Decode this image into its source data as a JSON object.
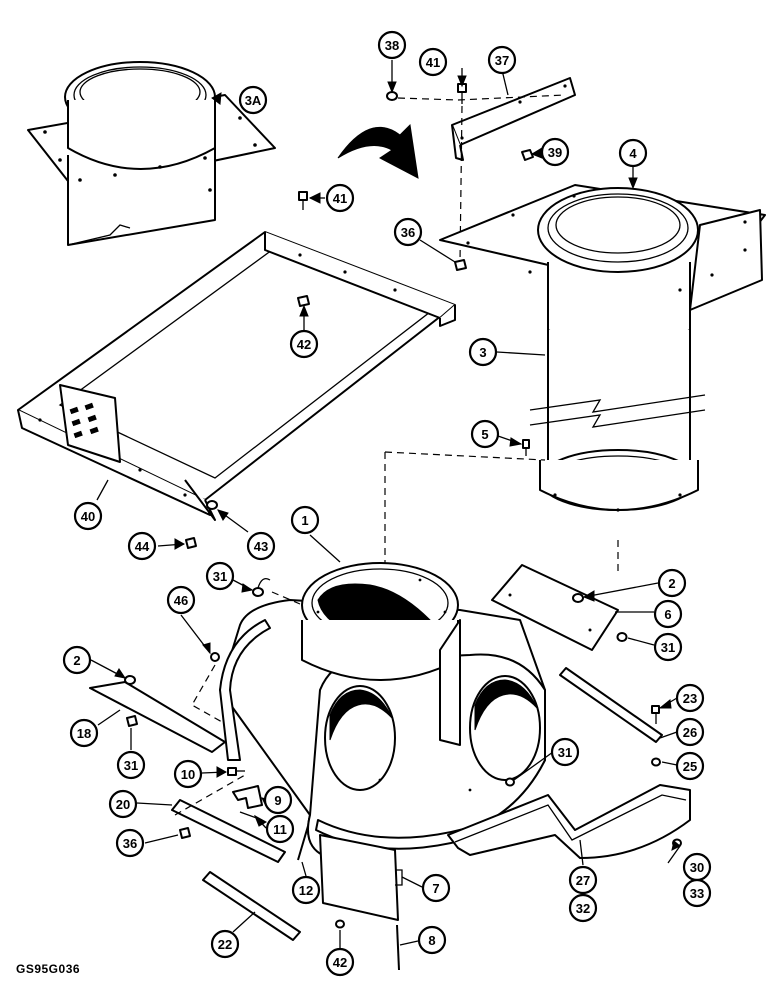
{
  "figure": {
    "drawing_code": "GS95G036",
    "callouts": [
      {
        "id": "c-3a",
        "label": "3A"
      },
      {
        "id": "c-38",
        "label": "38"
      },
      {
        "id": "c-41a",
        "label": "41"
      },
      {
        "id": "c-37",
        "label": "37"
      },
      {
        "id": "c-39",
        "label": "39"
      },
      {
        "id": "c-4",
        "label": "4"
      },
      {
        "id": "c-41b",
        "label": "41"
      },
      {
        "id": "c-36a",
        "label": "36"
      },
      {
        "id": "c-42a",
        "label": "42"
      },
      {
        "id": "c-3",
        "label": "3"
      },
      {
        "id": "c-5",
        "label": "5"
      },
      {
        "id": "c-40",
        "label": "40"
      },
      {
        "id": "c-43",
        "label": "43"
      },
      {
        "id": "c-44",
        "label": "44"
      },
      {
        "id": "c-1",
        "label": "1"
      },
      {
        "id": "c-31a",
        "label": "31"
      },
      {
        "id": "c-46",
        "label": "46"
      },
      {
        "id": "c-2a",
        "label": "2"
      },
      {
        "id": "c-2b",
        "label": "2"
      },
      {
        "id": "c-6",
        "label": "6"
      },
      {
        "id": "c-31b",
        "label": "31"
      },
      {
        "id": "c-18",
        "label": "18"
      },
      {
        "id": "c-31c",
        "label": "31"
      },
      {
        "id": "c-23",
        "label": "23"
      },
      {
        "id": "c-26",
        "label": "26"
      },
      {
        "id": "c-25",
        "label": "25"
      },
      {
        "id": "c-10",
        "label": "10"
      },
      {
        "id": "c-9",
        "label": "9"
      },
      {
        "id": "c-31d",
        "label": "31"
      },
      {
        "id": "c-20",
        "label": "20"
      },
      {
        "id": "c-11",
        "label": "11"
      },
      {
        "id": "c-36b",
        "label": "36"
      },
      {
        "id": "c-12",
        "label": "12"
      },
      {
        "id": "c-7",
        "label": "7"
      },
      {
        "id": "c-27",
        "label": "27"
      },
      {
        "id": "c-32",
        "label": "32"
      },
      {
        "id": "c-30",
        "label": "30"
      },
      {
        "id": "c-33",
        "label": "33"
      },
      {
        "id": "c-22",
        "label": "22"
      },
      {
        "id": "c-42b",
        "label": "42"
      },
      {
        "id": "c-8",
        "label": "8"
      }
    ]
  }
}
